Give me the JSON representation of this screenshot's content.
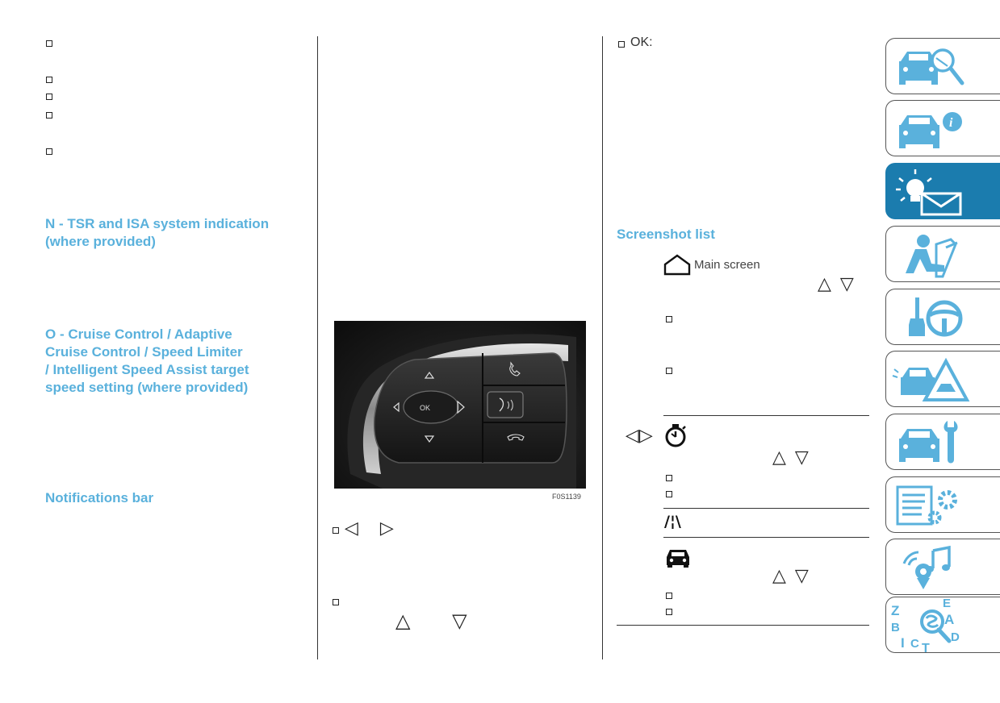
{
  "left_column": {
    "heading_n": [
      "N - TSR and ISA system indication",
      "(where provided)"
    ],
    "heading_o": [
      "O - Cruise Control / Adaptive",
      "Cruise Control / Speed Limiter",
      "/ Intelligent Speed Assist target",
      "speed setting (where provided)"
    ],
    "heading_notifications": "Notifications bar"
  },
  "middle_column": {
    "figure_caption": "F0S1139",
    "arrows_lr": "◁ ▷",
    "arrows_ud": "△ ▽",
    "wheel_ok_label": "OK"
  },
  "right_column": {
    "ok_label": "OK:",
    "heading_screenshot_list": "Screenshot list",
    "main_screen_label": "Main screen",
    "arrows_ud": "△ ▽",
    "arrows_lr": "◁▷",
    "lane_glyph": "/¦\\"
  },
  "sidebar": {
    "tabs": [
      "car-search",
      "car-info",
      "warning-lights-message",
      "airbag-seat",
      "key-steering-wheel",
      "car-hazard",
      "car-service",
      "settings-list",
      "multimedia",
      "index"
    ],
    "active_tab": "warning-lights-message",
    "index_letters": [
      "Z",
      "E",
      "B",
      "A",
      "I",
      "C",
      "T",
      "D"
    ],
    "colors": {
      "icon": "#5ab1dc",
      "active_bg": "#1b7cae",
      "heading": "#5ab1dc"
    }
  }
}
